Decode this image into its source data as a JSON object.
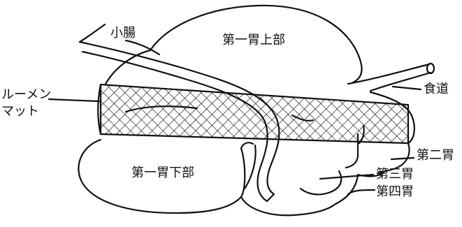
{
  "labels": {
    "small_intestine": "小腸",
    "rumen_upper": "第一胃上部",
    "rumen_mat_line1": "ルーメン",
    "rumen_mat_line2": "マット",
    "esophagus": "食道",
    "rumen_lower": "第一胃下部",
    "reticulum": "第二胃",
    "omasum": "第三胃",
    "abomasum": "第四胃"
  }
}
